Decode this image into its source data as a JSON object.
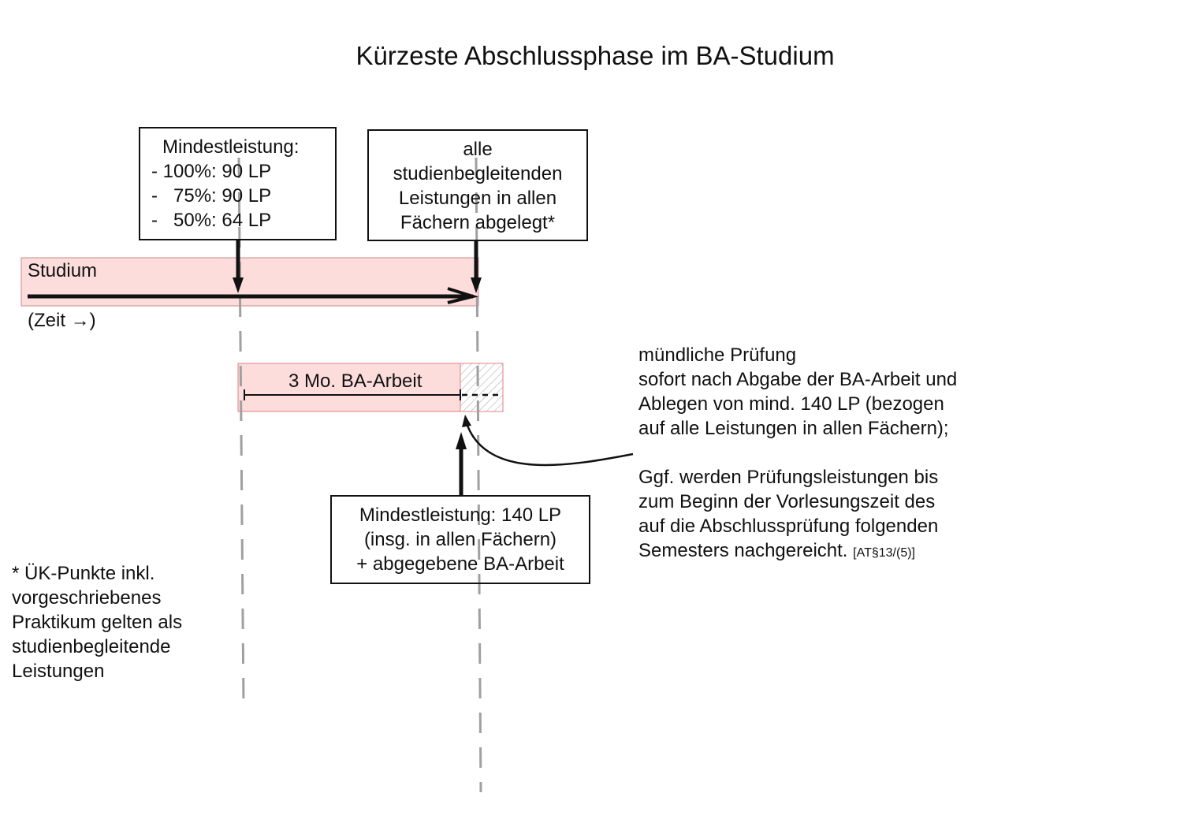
{
  "title": "Kürzeste Abschlussphase im BA-Studium",
  "box_min_left": {
    "lines": [
      "Mindestleistung:",
      "- 100%: 90 LP",
      "-   75%: 90 LP",
      "-   50%: 64 LP"
    ]
  },
  "box_all": {
    "lines": [
      "alle",
      "studienbegleitenden",
      "Leistungen in allen",
      "Fächern abgelegt*"
    ]
  },
  "studium": {
    "label": "Studium",
    "time_label": "(Zeit →)"
  },
  "ba_arbeit": {
    "label": "3 Mo. BA-Arbeit"
  },
  "box_min_bottom": {
    "lines": [
      "Mindestleistung: 140 LP",
      "(insg. in allen Fächern)",
      "+ abgegebene BA-Arbeit"
    ]
  },
  "oral_exam": {
    "lines": [
      "mündliche Prüfung",
      "sofort nach Abgabe der BA-Arbeit und",
      "Ablegen von mind. 140 LP (bezogen",
      "auf alle Leistungen in allen Fächern);",
      "",
      "Ggf. werden Prüfungsleistungen bis",
      "zum Beginn der Vorlesungszeit des",
      "auf die Abschlussprüfung folgenden"
    ],
    "last_line": "Semesters nachgereicht.",
    "reference": "[AT§13/(5)]"
  },
  "footnote": {
    "lines": [
      "* ÜK-Punkte inkl.",
      "vorgeschriebenes",
      "Praktikum gelten als",
      "studienbegleitende",
      "Leistungen"
    ]
  },
  "colors": {
    "bar_fill": "#fddcdc",
    "bar_border": "#c98a8a",
    "dash_line": "#a0a0a0",
    "line": "#111111"
  }
}
